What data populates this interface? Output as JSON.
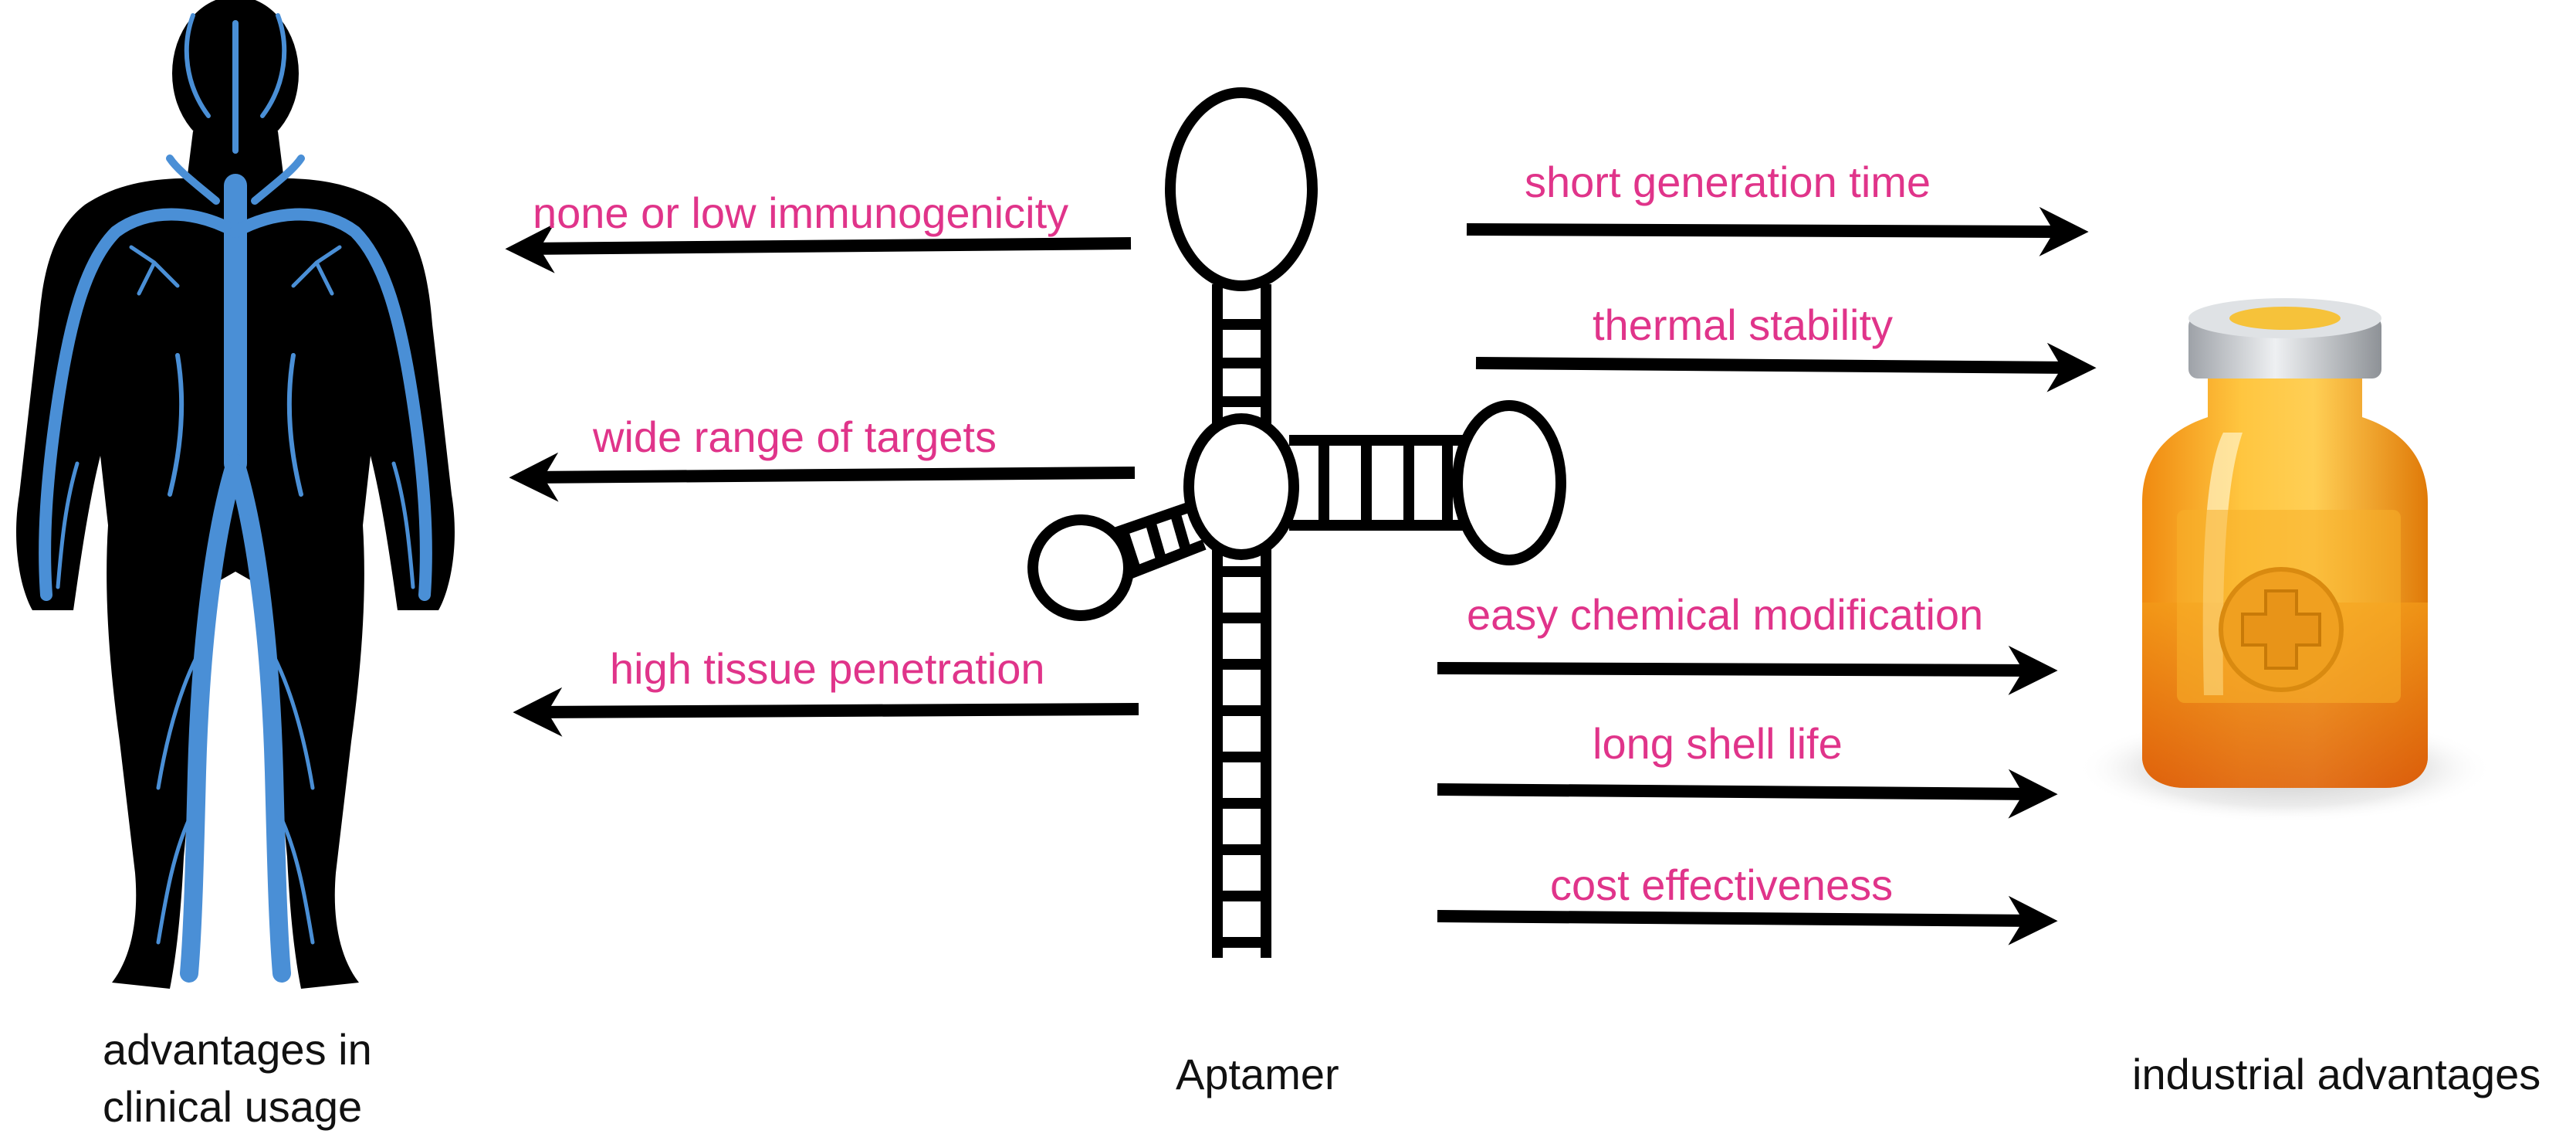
{
  "colors": {
    "label": "#e0348a",
    "caption": "#111111",
    "arrow": "#000000",
    "vein": "#4a8fd6",
    "body": "#000000",
    "bottle_amber": "#f7a21b",
    "bottle_cap": "#c9ccd0"
  },
  "left_advantages": [
    "none or low immunogenicity",
    "wide range of targets",
    "high tissue penetration"
  ],
  "right_advantages": [
    "short generation time",
    "thermal stability",
    "easy chemical modification",
    "long shell life",
    "cost effectiveness"
  ],
  "captions": {
    "left_line1": "advantages in",
    "left_line2": "clinical usage",
    "center": "Aptamer",
    "right": "industrial advantages"
  },
  "icons": {
    "human": "human-body-vascular-icon",
    "aptamer": "aptamer-structure-icon",
    "bottle": "medicine-bottle-icon"
  }
}
